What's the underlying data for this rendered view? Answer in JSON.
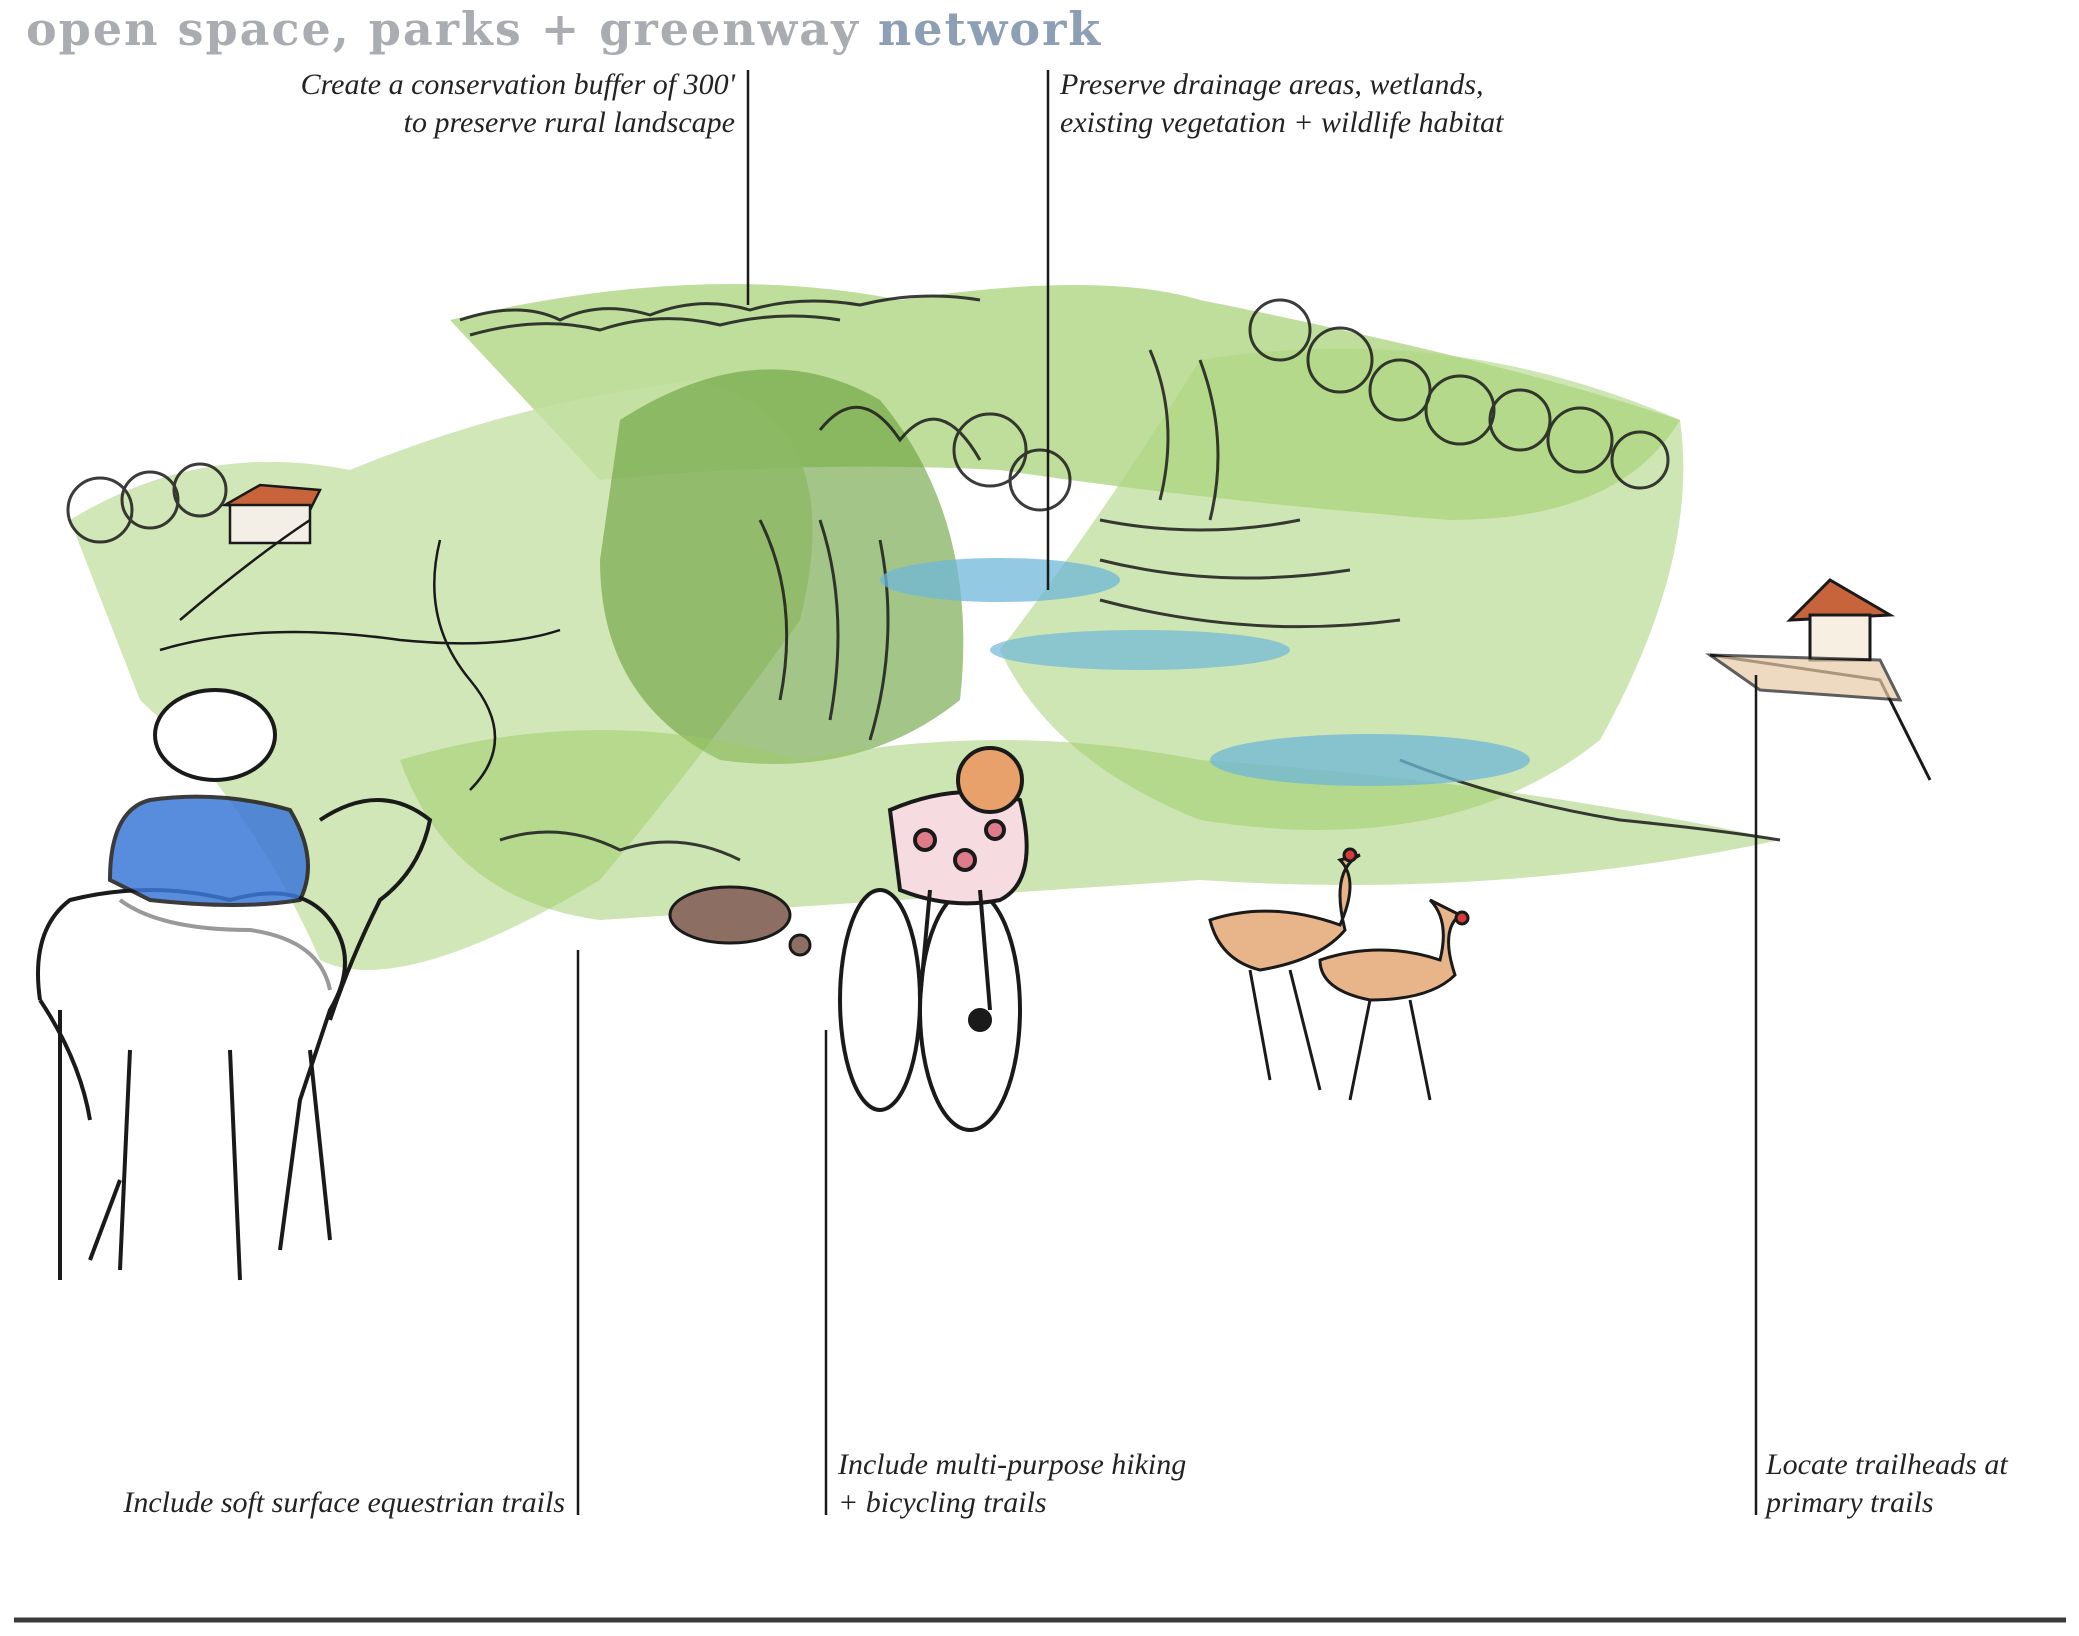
{
  "title": {
    "part1": "open space, parks + ",
    "part2": "greenway ",
    "part3": "network"
  },
  "callouts": {
    "buffer": {
      "line1": "Create a conservation buffer of 300'",
      "line2": "to preserve rural landscape"
    },
    "drainage": {
      "line1": "Preserve drainage areas, wetlands,",
      "line2": "existing vegetation + wildlife habitat"
    },
    "equestrian": {
      "line1": "Include soft surface equestrian trails"
    },
    "hiking": {
      "line1": "Include multi-purpose hiking",
      "line2": "+ bicycling trails"
    },
    "trailheads": {
      "line1": "Locate trailheads at",
      "line2": "primary trails"
    }
  },
  "colors": {
    "foliage": "#7cb342",
    "foliage_light": "#c5e1a5",
    "water": "#6fb7d8",
    "ink": "#1a1a1a",
    "roof": "#c8643c",
    "shirt": "#3c78d8",
    "accent_pink": "#e07b8a"
  }
}
